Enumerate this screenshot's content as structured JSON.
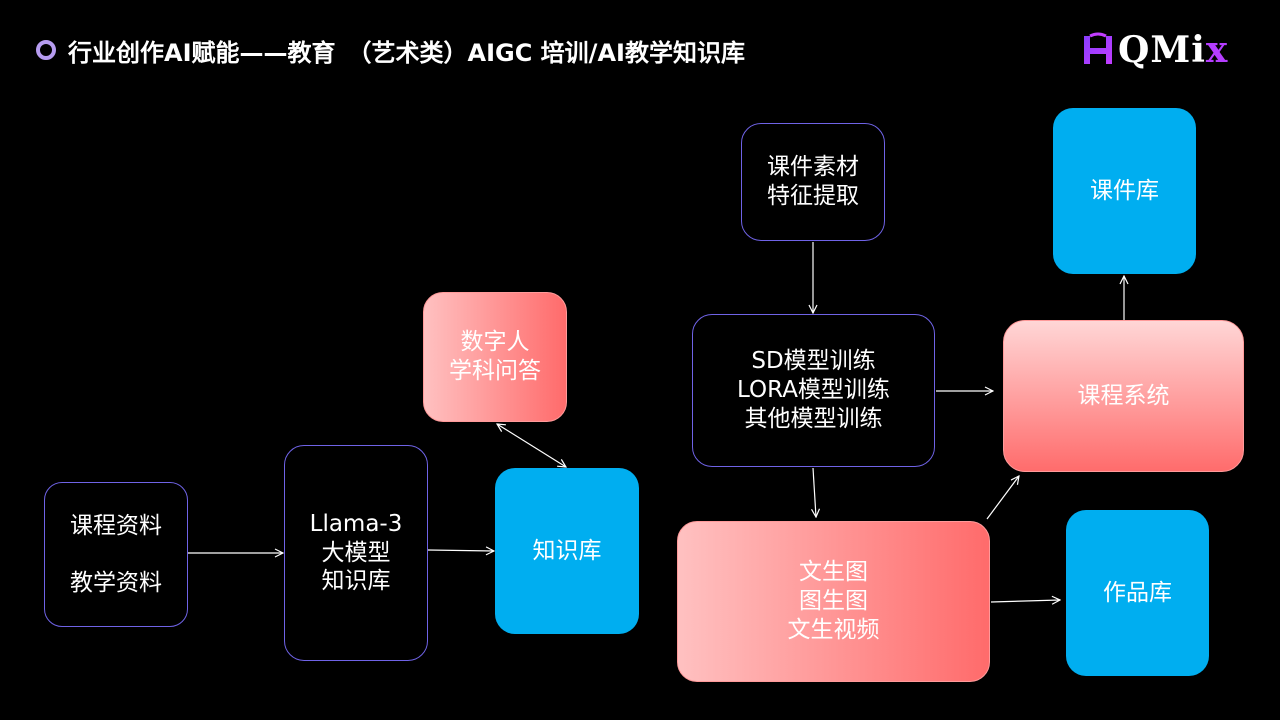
{
  "title": "行业创作AI赋能——教育　（艺术类）AIGC 培训/AI教学知识库",
  "logo": {
    "text_main": "QMi",
    "text_accent": "x"
  },
  "nodes": {
    "course_materials": {
      "line1": "课程资料",
      "line2": "教学资料"
    },
    "llama": {
      "line1": "Llama-3",
      "line2": "大模型",
      "line3": "知识库"
    },
    "digital_human": {
      "line1": "数字人",
      "line2": "学科问答"
    },
    "knowledge_base": {
      "label": "知识库"
    },
    "feature_extract": {
      "line1": "课件素材",
      "line2": "特征提取"
    },
    "model_training": {
      "line1": "SD模型训练",
      "line2": "LORA模型训练",
      "line3": "其他模型训练"
    },
    "generation": {
      "line1": "文生图",
      "line2": "图生图",
      "line3": "文生视频"
    },
    "courseware_lib": {
      "label": "课件库"
    },
    "course_system": {
      "label": "课程系统"
    },
    "works_lib": {
      "label": "作品库"
    }
  },
  "colors": {
    "background": "#000000",
    "blue_box": "#00aef0",
    "dark_border": "#6f63e6",
    "pink_start": "#ffc1c1",
    "pink_end": "#ff6b6b",
    "bullet": "#b69cf0",
    "logo_accent": "#b53dff"
  }
}
